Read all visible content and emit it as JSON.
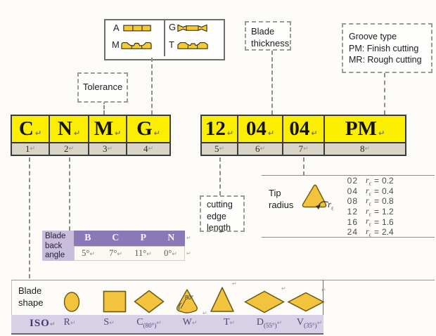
{
  "misc": {
    "ret": "↵",
    "equals": "=",
    "r_letter": "r",
    "epsilon": "ε",
    "deg80": "80°"
  },
  "icon_box": {
    "items": [
      {
        "label": "A"
      },
      {
        "label": "M"
      },
      {
        "label": "G"
      },
      {
        "label": "T"
      }
    ]
  },
  "callouts": {
    "tolerance": "Tolerance",
    "blade_thickness_1": "Blade",
    "blade_thickness_2": "thickness",
    "groove_1": "Groove type",
    "groove_2": "PM: Finish cutting",
    "groove_3": "MR: Rough cutting",
    "cutedge_1": "cutting",
    "cutedge_2": "edge",
    "cutedge_3": "length",
    "tip_1": "Tip",
    "tip_2": "radius",
    "backangle_1": "Blade",
    "backangle_2": "back",
    "backangle_3": "angle",
    "shape_1": "Blade",
    "shape_2": "shape"
  },
  "band": {
    "left": [
      {
        "ch": "C",
        "n": "1"
      },
      {
        "ch": "N",
        "n": "2"
      },
      {
        "ch": "M",
        "n": "3"
      },
      {
        "ch": "G",
        "n": "4"
      }
    ],
    "right": [
      {
        "ch": "12",
        "n": "5"
      },
      {
        "ch": "04",
        "n": "6"
      },
      {
        "ch": "04",
        "n": "7"
      },
      {
        "ch": "PM",
        "n": "8"
      }
    ]
  },
  "back_angle": {
    "headers": [
      "B",
      "C",
      "P",
      "N"
    ],
    "values": [
      "5°",
      "7°",
      "11°",
      "0°"
    ]
  },
  "tip_radius_rows": [
    {
      "code": "02",
      "val": "0.2"
    },
    {
      "code": "04",
      "val": "0.4"
    },
    {
      "code": "08",
      "val": "0.8"
    },
    {
      "code": "12",
      "val": "1.2"
    },
    {
      "code": "16",
      "val": "1.6"
    },
    {
      "code": "24",
      "val": "2.4"
    }
  ],
  "iso_row": {
    "title": "ISO",
    "cols": [
      {
        "letter": "R",
        "sub": ""
      },
      {
        "letter": "S",
        "sub": ""
      },
      {
        "letter": "C",
        "sub": "(80°)"
      },
      {
        "letter": "W",
        "sub": ""
      },
      {
        "letter": "T",
        "sub": ""
      },
      {
        "letter": "D",
        "sub": "(55°)"
      },
      {
        "letter": "V",
        "sub": "(35°)"
      }
    ]
  },
  "colors": {
    "cell_yellow": "#FCEE00",
    "number_row_gray": "#D9D4C6",
    "header_purple": "#8A79B7",
    "label_purple": "#C9BDDC",
    "iso_lavender": "#D8D0E6",
    "insert_gold": "#F2C43D"
  }
}
